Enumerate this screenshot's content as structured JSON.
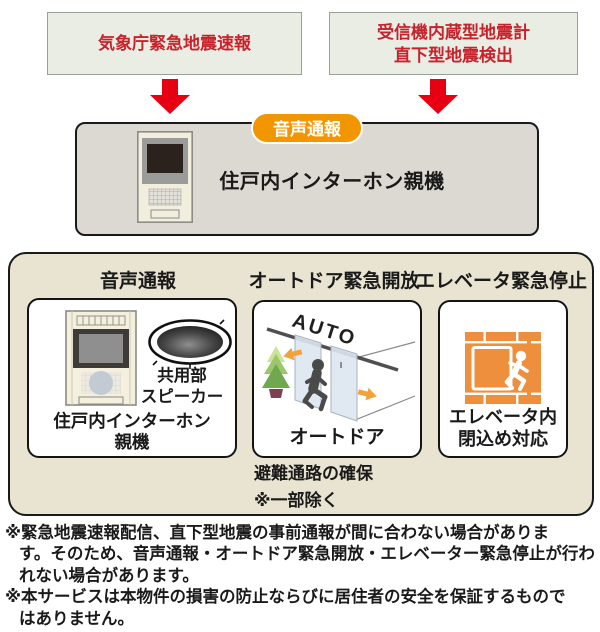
{
  "sources": {
    "jma": {
      "label": "気象庁緊急地震速報"
    },
    "builtin": {
      "line1": "受信機内蔵型地震計",
      "line2": "直下型地震検出"
    }
  },
  "master_unit": {
    "badge": "音声通報",
    "label": "住戸内インターホン親機"
  },
  "features": {
    "voice": {
      "heading": "音声通報",
      "intercom_line1": "住戸内インターホン",
      "intercom_line2": "親機",
      "speaker_line1": "共用部",
      "speaker_line2": "スピーカー"
    },
    "autodoor": {
      "heading": "オートドア緊急開放",
      "sign": "AUTO",
      "label": "オートドア",
      "caption": "避難通路の確保",
      "caption_note": "※一部除く"
    },
    "elevator": {
      "heading": "エレベータ緊急停止",
      "label_line1": "エレベータ内",
      "label_line2": "閉込め対応"
    }
  },
  "footnotes": {
    "n1l1": "※緊急地震速報配信、直下型地震の事前通報が間に合わない場合がありま",
    "n1l2": "す。そのため、音声通報・オートドア緊急開放・エレベーター緊急停止が行わ",
    "n1l3": "れない場合があります。",
    "n2l1": "※本サービスは本物件の損害の防止ならびに居住者の安全を保証するもので",
    "n2l2": "はありません。"
  },
  "colors": {
    "alert_text_red": "#c8232c",
    "arrow_red": "#e60012",
    "badge_orange": "#f29600",
    "autodoor_arrow_orange": "#f0a23c",
    "elevator_orange": "#ee8f3d",
    "source_box_bg": "#e9ede3",
    "master_panel_bg": "#dcd8d2",
    "feature_panel_bg": "#e9e4d1"
  }
}
